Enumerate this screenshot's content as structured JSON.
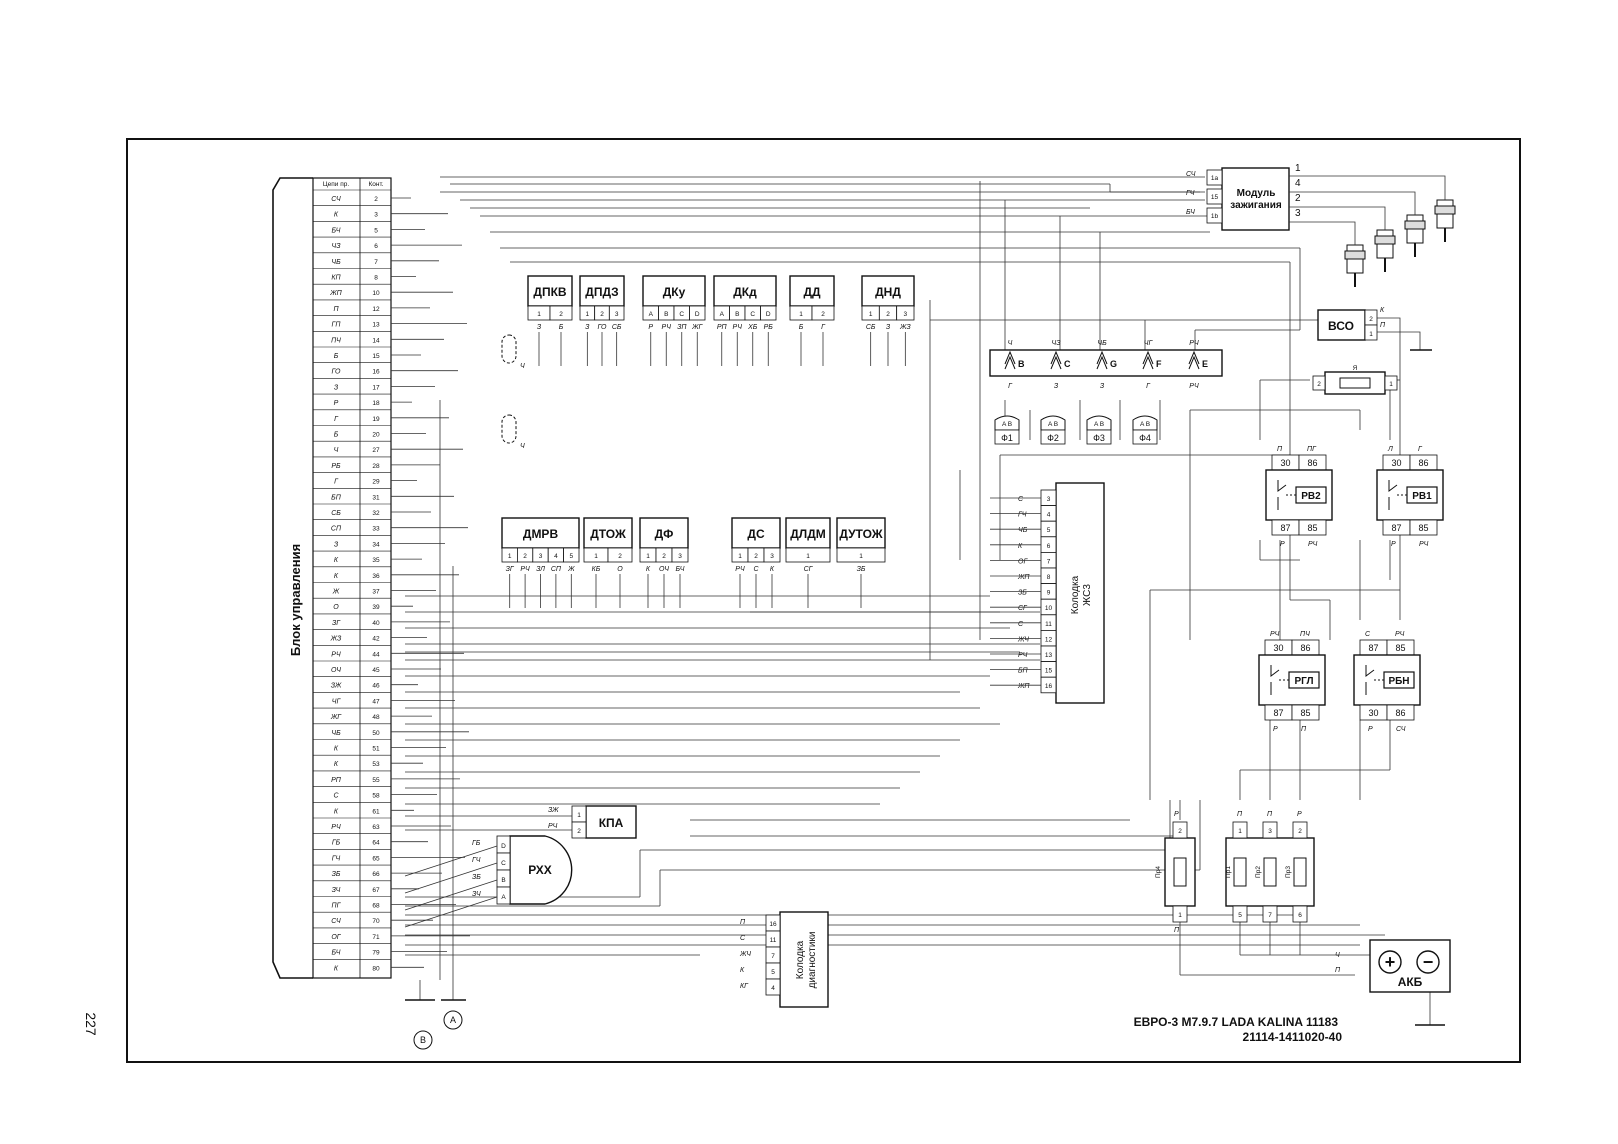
{
  "page_number": "227",
  "title_line1": "ЕВРО-3 М7.9.7 LADA KALINA 11183",
  "title_line2": "21114-1411020-40",
  "ecu": {
    "label": "Блок управления",
    "col_circuit": "Цепи пр.",
    "col_contact": "Конт.",
    "rows": [
      [
        "СЧ",
        "2"
      ],
      [
        "К",
        "3"
      ],
      [
        "БЧ",
        "5"
      ],
      [
        "ЧЗ",
        "6"
      ],
      [
        "ЧБ",
        "7"
      ],
      [
        "КП",
        "8"
      ],
      [
        "ЖП",
        "10"
      ],
      [
        "П",
        "12"
      ],
      [
        "ГП",
        "13"
      ],
      [
        "ПЧ",
        "14"
      ],
      [
        "Б",
        "15"
      ],
      [
        "ГО",
        "16"
      ],
      [
        "З",
        "17"
      ],
      [
        "Р",
        "18"
      ],
      [
        "Г",
        "19"
      ],
      [
        "Б",
        "20"
      ],
      [
        "Ч",
        "27"
      ],
      [
        "РБ",
        "28"
      ],
      [
        "Г",
        "29"
      ],
      [
        "БП",
        "31"
      ],
      [
        "СБ",
        "32"
      ],
      [
        "СП",
        "33"
      ],
      [
        "З",
        "34"
      ],
      [
        "К",
        "35"
      ],
      [
        "К",
        "36"
      ],
      [
        "Ж",
        "37"
      ],
      [
        "О",
        "39"
      ],
      [
        "ЗГ",
        "40"
      ],
      [
        "ЖЗ",
        "42"
      ],
      [
        "РЧ",
        "44"
      ],
      [
        "ОЧ",
        "45"
      ],
      [
        "ЗЖ",
        "46"
      ],
      [
        "ЧГ",
        "47"
      ],
      [
        "ЖГ",
        "48"
      ],
      [
        "ЧБ",
        "50"
      ],
      [
        "К",
        "51"
      ],
      [
        "К",
        "53"
      ],
      [
        "РП",
        "55"
      ],
      [
        "С",
        "58"
      ],
      [
        "К",
        "61"
      ],
      [
        "РЧ",
        "63"
      ],
      [
        "ГБ",
        "64"
      ],
      [
        "ГЧ",
        "65"
      ],
      [
        "ЗБ",
        "66"
      ],
      [
        "ЗЧ",
        "67"
      ],
      [
        "ПГ",
        "68"
      ],
      [
        "СЧ",
        "70"
      ],
      [
        "ОГ",
        "71"
      ],
      [
        "БЧ",
        "79"
      ],
      [
        "К",
        "80"
      ]
    ]
  },
  "sensors_top": [
    {
      "name": "ДПКВ",
      "pins": [
        "1",
        "2"
      ],
      "wires": [
        "З",
        "Б"
      ]
    },
    {
      "name": "ДПДЗ",
      "pins": [
        "1",
        "2",
        "3"
      ],
      "wires": [
        "З",
        "ГО",
        "СБ"
      ]
    },
    {
      "name": "ДКу",
      "pins": [
        "A",
        "B",
        "C",
        "D"
      ],
      "wires": [
        "Р",
        "РЧ",
        "ЗП",
        "ЖГ"
      ]
    },
    {
      "name": "ДКд",
      "pins": [
        "A",
        "B",
        "C",
        "D"
      ],
      "wires": [
        "РП",
        "РЧ",
        "ХБ",
        "РБ"
      ]
    },
    {
      "name": "ДД",
      "pins": [
        "1",
        "2"
      ],
      "wires": [
        "Б",
        "Г"
      ]
    },
    {
      "name": "ДНД",
      "pins": [
        "1",
        "2",
        "3"
      ],
      "wires": [
        "СБ",
        "З",
        "ЖЗ"
      ]
    }
  ],
  "sensors_mid": [
    {
      "name": "ДМРВ",
      "pins": [
        "1",
        "2",
        "3",
        "4",
        "5"
      ],
      "wires": [
        "ЗГ",
        "РЧ",
        "ЗЛ",
        "СП",
        "Ж"
      ]
    },
    {
      "name": "ДТОЖ",
      "pins": [
        "1",
        "2"
      ],
      "wires": [
        "КБ",
        "О"
      ]
    },
    {
      "name": "ДФ",
      "pins": [
        "1",
        "2",
        "3"
      ],
      "wires": [
        "К",
        "ОЧ",
        "БЧ"
      ]
    },
    {
      "name": "ДС",
      "pins": [
        "1",
        "2",
        "3"
      ],
      "wires": [
        "РЧ",
        "С",
        "К"
      ]
    },
    {
      "name": "ДЛДМ",
      "pins": [
        "1"
      ],
      "wires": [
        "СГ"
      ]
    },
    {
      "name": "ДУТОЖ",
      "pins": [
        "1"
      ],
      "wires": [
        "ЗБ"
      ]
    }
  ],
  "shield_label": "Ч",
  "ignition": {
    "label_line1": "Модуль",
    "label_line2": "зажигания",
    "inputs": [
      [
        "СЧ",
        "1a"
      ],
      [
        "ГЧ",
        "15"
      ],
      [
        "БЧ",
        "1b"
      ]
    ],
    "outputs": [
      "1",
      "4",
      "2",
      "3"
    ]
  },
  "injector_bus": {
    "top_wires": [
      "Ч",
      "ЧЗ",
      "ЧБ",
      "ЧГ",
      "РЧ"
    ],
    "letters": [
      "B",
      "C",
      "G",
      "F",
      "E"
    ],
    "bottom_wires": [
      "Г",
      "З",
      "З",
      "Г",
      "РЧ"
    ],
    "injectors": [
      "Ф1",
      "Ф2",
      "Ф3",
      "Ф4"
    ],
    "injector_pins": "A B"
  },
  "vso": {
    "name": "ВСО",
    "pins": [
      "2",
      "1"
    ],
    "wires": [
      "К",
      "П"
    ]
  },
  "resistor": {
    "label": "Я",
    "pins": [
      "2",
      "1"
    ]
  },
  "relays": [
    {
      "name": "РВ2",
      "top_pins": [
        "30",
        "86"
      ],
      "bottom_pins": [
        "87",
        "85"
      ],
      "top_wires": [
        "П",
        "ПГ"
      ],
      "bottom_wires": [
        "Р",
        "РЧ"
      ]
    },
    {
      "name": "РВ1",
      "top_pins": [
        "30",
        "86"
      ],
      "bottom_pins": [
        "87",
        "85"
      ],
      "top_wires": [
        "Л",
        "Г"
      ],
      "bottom_wires": [
        "Р",
        "РЧ"
      ]
    },
    {
      "name": "РГЛ",
      "top_pins": [
        "30",
        "86"
      ],
      "bottom_pins": [
        "87",
        "85"
      ],
      "top_wires": [
        "РЧ",
        "ПЧ"
      ],
      "bottom_wires": [
        "Р",
        "П"
      ]
    },
    {
      "name": "РБН",
      "top_pins": [
        "87",
        "85"
      ],
      "bottom_pins": [
        "30",
        "86"
      ],
      "top_wires": [
        "С",
        "РЧ"
      ],
      "bottom_wires": [
        "Р",
        "СЧ"
      ]
    }
  ],
  "jcs_connector": {
    "label_line1": "Колодка",
    "label_line2": "ЖС3",
    "pins": [
      [
        "С",
        "3"
      ],
      [
        "ГЧ",
        "4"
      ],
      [
        "ЧБ",
        "5"
      ],
      [
        "К",
        "6"
      ],
      [
        "ОГ",
        "7"
      ],
      [
        "ЖП",
        "8"
      ],
      [
        "ЗБ",
        "9"
      ],
      [
        "СГ",
        "10"
      ],
      [
        "С",
        "11"
      ],
      [
        "ЖЧ",
        "12"
      ],
      [
        "РЧ",
        "13"
      ],
      [
        "БП",
        "15"
      ],
      [
        "ЖП",
        "16"
      ]
    ]
  },
  "kpa": {
    "name": "КПА",
    "pins": [
      "1",
      "2"
    ],
    "wires": [
      "ЗЖ",
      "РЧ"
    ]
  },
  "rxx": {
    "name": "РХХ",
    "pins": [
      "D",
      "C",
      "B",
      "A"
    ],
    "wires": [
      "ГБ",
      "ГЧ",
      "ЗБ",
      "ЗЧ"
    ]
  },
  "diag": {
    "label_line1": "Колодка",
    "label_line2": "диагностики",
    "pins": [
      [
        "П",
        "16"
      ],
      [
        "С",
        "11"
      ],
      [
        "ЖЧ",
        "7"
      ],
      [
        "К",
        "5"
      ],
      [
        "КГ",
        "4"
      ]
    ]
  },
  "fuses": {
    "single": {
      "name": "Пр4",
      "top": "2",
      "bottom": "1",
      "top_wire": "Р",
      "bottom_wire": "П"
    },
    "triple": {
      "names": [
        "Пр1",
        "Пр2",
        "Пр3"
      ],
      "top": [
        "1",
        "3",
        "2"
      ],
      "bottom": [
        "5",
        "7",
        "6"
      ],
      "top_wires": [
        "П",
        "П",
        "Р"
      ]
    }
  },
  "battery": {
    "name": "АКБ",
    "plus": "+",
    "minus": "−",
    "wires": [
      "Ч",
      "П"
    ]
  },
  "grounds": [
    "B",
    "A"
  ]
}
